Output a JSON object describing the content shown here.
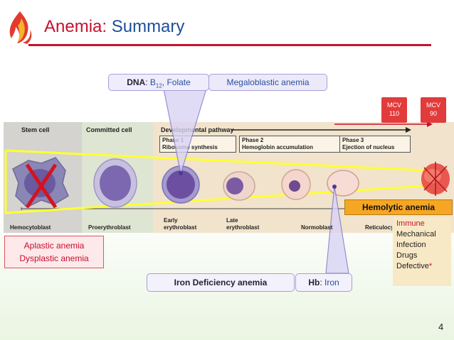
{
  "slide": {
    "title_main": "Anemia:",
    "title_sub": " Summary",
    "page_number": "4"
  },
  "callouts": {
    "dna_label": "DNA",
    "dna_sep": ": ",
    "dna_b": "B",
    "dna_sub": "12",
    "dna_rest": ", Folate",
    "megaloblastic": "Megaloblastic anemia",
    "iron_deficiency": "Iron Deficiency anemia",
    "hb_label": "Hb",
    "hb_sep": ": ",
    "hb_value": "Iron"
  },
  "mcv": [
    {
      "label": "MCV",
      "value": "110"
    },
    {
      "label": "MCV",
      "value": "90"
    }
  ],
  "pathway": {
    "stem_cell": "Stem cell",
    "committed_cell": "Committed cell",
    "developmental": "Developmental pathway",
    "phase1_a": "Phase 1",
    "phase1_b": "Ribosome synthesis",
    "phase2_a": "Phase 2",
    "phase2_b": "Hemoglobin accumulation",
    "phase3_a": "Phase 3",
    "phase3_b": "Ejection of nucleus",
    "cells": [
      "Hemocytoblast",
      "Proerythroblast",
      "Early",
      "erythroblast",
      "Late",
      "erythroblast",
      "Normoblast",
      "Reticulocyte"
    ]
  },
  "hemolytic": {
    "title": "Hemolytic anemia",
    "causes": [
      "Immune",
      "Mechanical",
      "Infection",
      "Drugs",
      "Defective"
    ],
    "star": "*"
  },
  "aplastic": {
    "line1": "Aplastic anemia",
    "line2": "Dysplastic anemia"
  },
  "colors": {
    "accent_red": "#c8102e",
    "title_blue": "#1f4e9a",
    "hemolytic_orange": "#f5a623",
    "highlight_yellow": "#ffff33"
  }
}
